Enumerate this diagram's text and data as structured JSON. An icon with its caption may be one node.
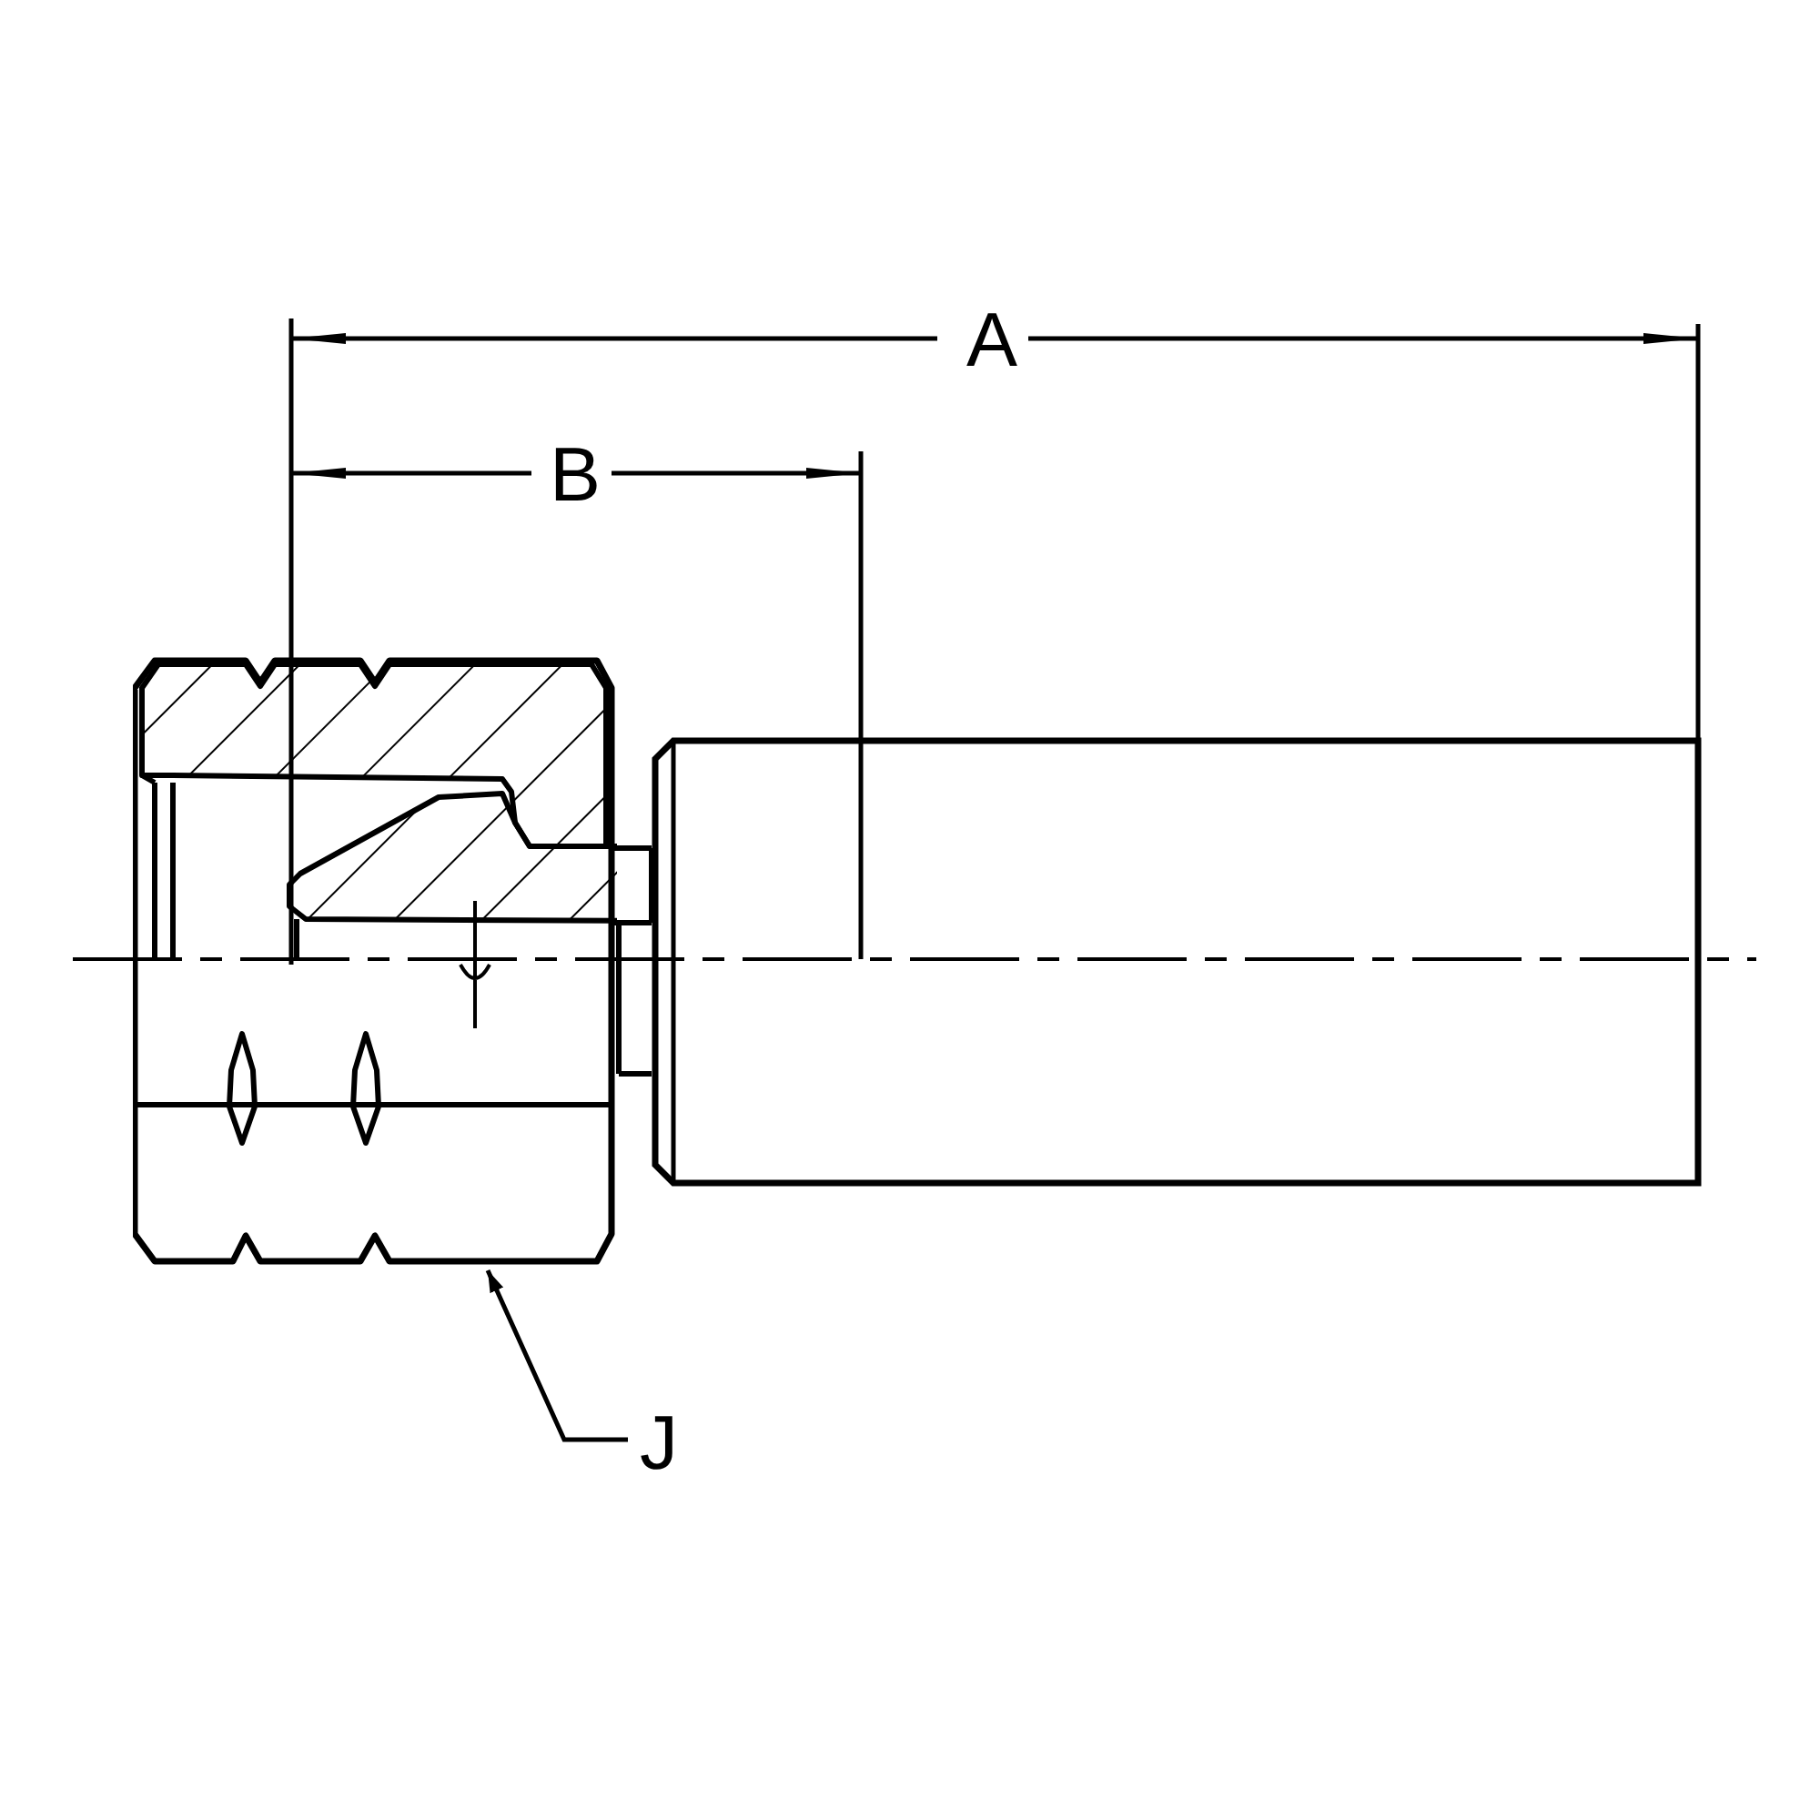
{
  "diagram": {
    "nodes": [
      {
        "text": [
          "J"
        ]
      },
      {
        "text": [],
        "shape": "picture"
      }
    ],
    "edges": [
      {
        "from": 0,
        "to": 1,
        "arrow": "to"
      }
    ],
    "labels": [
      "A",
      "B"
    ]
  }
}
